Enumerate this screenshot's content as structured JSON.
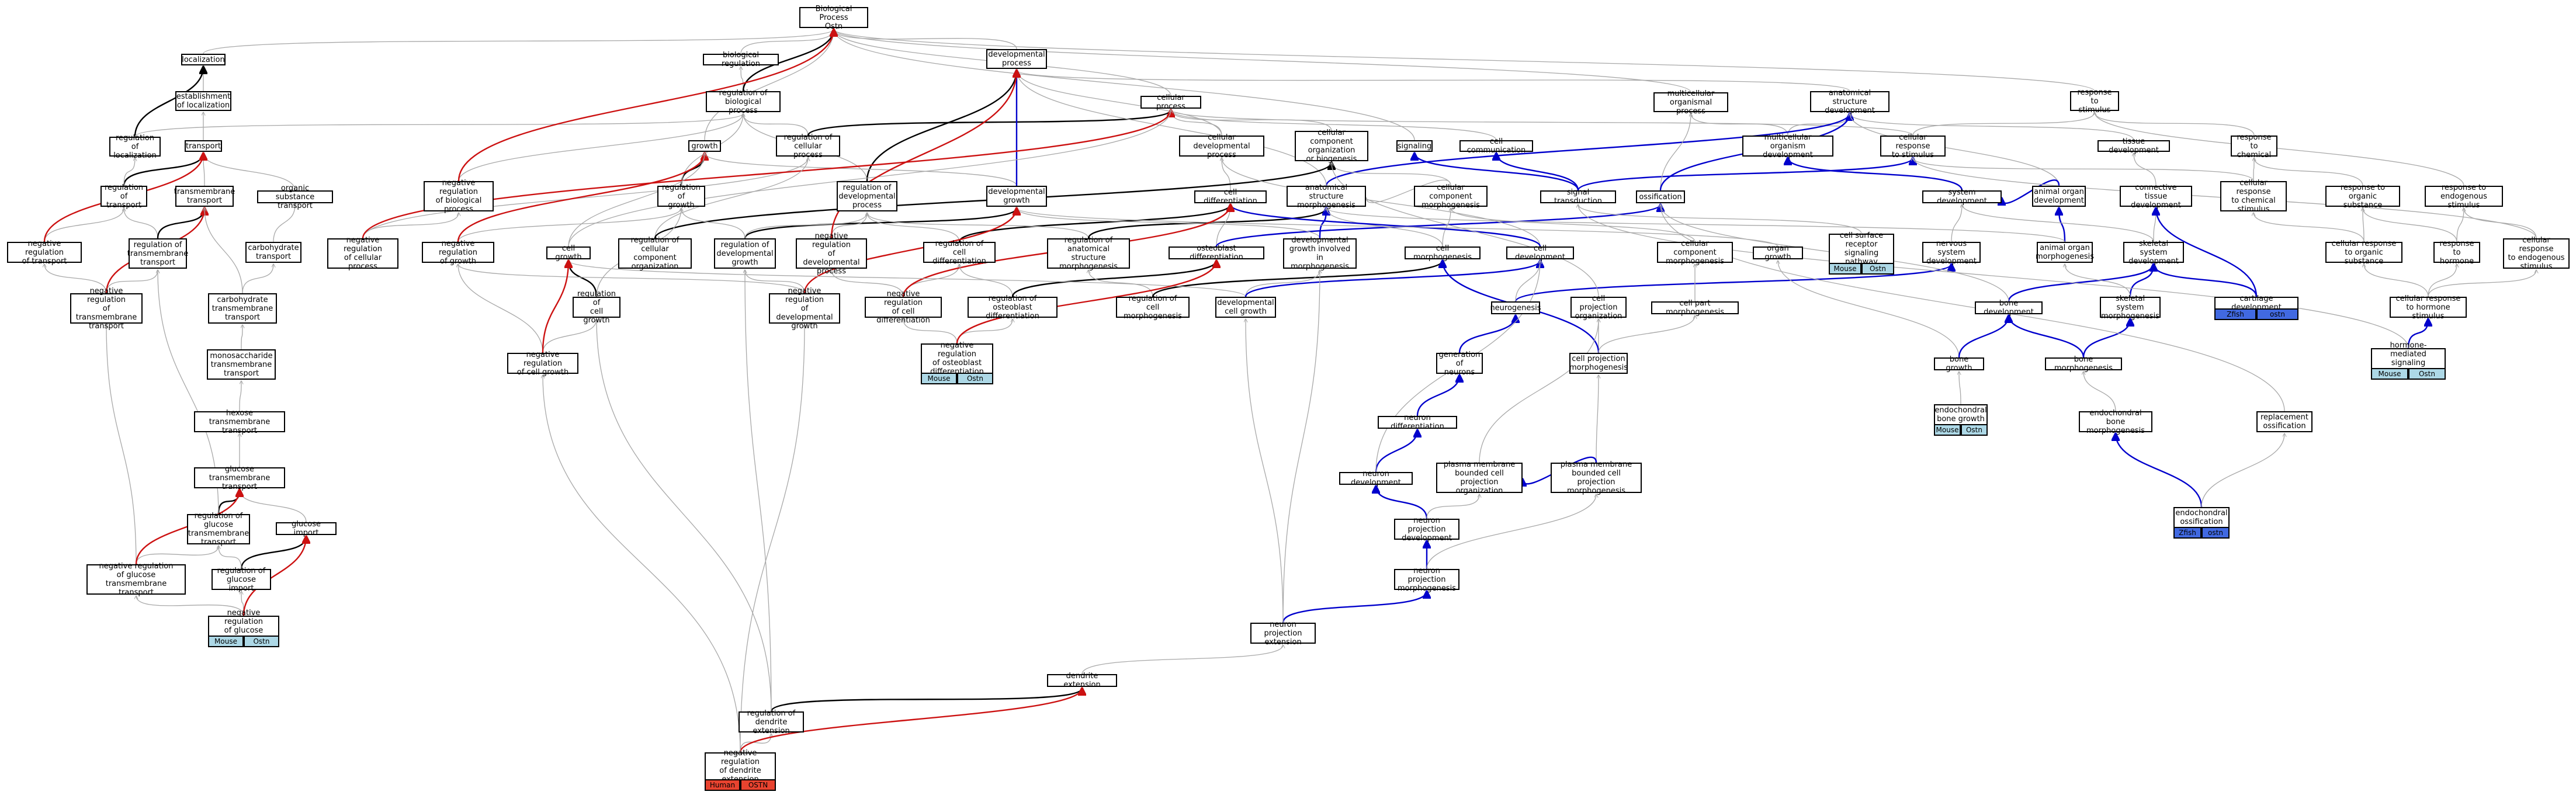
{
  "nodes": {
    "bp": "Biological Process\nOstn",
    "loc": "localization",
    "breg": "biological regulation",
    "dev": "developmental\nprocess",
    "mcop": "multicellular\norganismal process",
    "asd": "anatomical structure\ndevelopment",
    "rts": "response to\nstimulus",
    "estloc": "establishment\nof localization",
    "regbp": "regulation of\nbiological process",
    "cp": "cellular process",
    "regloc": "regulation of\nlocalization",
    "trans": "transport",
    "growth": "growth",
    "regcp": "regulation of\ncellular process",
    "cdp": "cellular developmental\nprocess",
    "ccob": "cellular component\norganization\nor biogenesis",
    "signaling": "signaling",
    "ccomm": "cell communication",
    "mod": "multicellular\norganism development",
    "crs": "cellular response\nto stimulus",
    "tissdev": "tissue development",
    "rtc": "response to\nchemical",
    "regtrans": "regulation of\ntransport",
    "tmt": "transmembrane\ntransport",
    "ost": "organic substance\ntransport",
    "nrbp": "negative regulation\nof biological\nprocess",
    "reggrowth": "regulation of\ngrowth",
    "regdp": "regulation of\ndevelopmental\nprocess",
    "devgrowth": "developmental\ngrowth",
    "celldiff": "cell differentiation",
    "asm": "anatomical structure\nmorphogenesis",
    "ccm": "cellular component\nmorphogenesis",
    "sigtrans": "signal transduction",
    "ossif": "ossification",
    "sysdev": "system development",
    "aod": "animal organ\ndevelopment",
    "ctd": "connective tissue\ndevelopment",
    "crtc": "cellular response\nto chemical\nstimulus",
    "rtos": "response to\norganic substance",
    "rtes": "response to\nendogenous stimulus",
    "nrtrans": "negative regulation\nof transport",
    "regtmt": "regulation of\ntransmembrane\ntransport",
    "carbtrans": "carbohydrate\ntransport",
    "nrcp": "negative regulation\nof cellular\nprocess",
    "nrgrowth": "negative regulation\nof growth",
    "cellgrowth": "cell growth",
    "regcco": "regulation of\ncellular component\norganization",
    "regdg": "regulation of\ndevelopmental\ngrowth",
    "nrdp": "negative regulation\nof developmental\nprocess",
    "regcd": "regulation of\ncell differentiation",
    "regasm": "regulation of\nanatomical structure\nmorphogenesis",
    "obdiff": "osteoblast differentiation",
    "dgim": "developmental\ngrowth involved\nin morphogenesis",
    "cellmorph": "cell morphogenesis",
    "celldev": "cell development",
    "ccmorph": "cellular component\nmorphogenesis",
    "organgrowth": "organ growth",
    "csrsp": "cell surface\nreceptor signaling\npathway",
    "nsd": "nervous system\ndevelopment",
    "aom": "animal organ\nmorphogenesis",
    "ssd": "skeletal system\ndevelopment",
    "crtos": "cellular response\nto organic substance",
    "rthorm": "response to\nhormone",
    "crtes": "cellular response\nto endogenous\nstimulus",
    "nrtmt": "negative regulation\nof transmembrane\ntransport",
    "carbtmt": "carbohydrate\ntransmembrane\ntransport",
    "regcg": "regulation of\ncell growth",
    "nrdg": "negative regulation\nof developmental\ngrowth",
    "nrcd": "negative regulation\nof cell differentiation",
    "regobd": "regulation of\nosteoblast differentiation",
    "regcm": "regulation of\ncell morphogenesis",
    "dcg": "developmental\ncell growth",
    "neurogen": "neurogenesis",
    "cpo": "cell projection\norganization",
    "cpm": "cell part morphogenesis",
    "bonedev": "bone development",
    "ssm": "skeletal system\nmorphogenesis",
    "cartdev": "cartilage development",
    "crths": "cellular response\nto hormone stimulus",
    "monotmt": "monosaccharide\ntransmembrane\ntransport",
    "nrcg": "negative regulation\nof cell growth",
    "nrobd": "negative regulation\nof osteoblast\ndifferentiation",
    "genneur": "generation of\nneurons",
    "cprojm": "cell projection\nmorphogenesis",
    "bonegrowth": "bone growth",
    "bonemorph": "bone morphogenesis",
    "hmsp": "hormone-mediated\nsignaling pathway",
    "hextmt": "hexose transmembrane\ntransport",
    "ebg": "endochondral\nbone growth",
    "neurdiff": "neuron differentiation",
    "ebm": "endochondral\nbone morphogenesis",
    "replo": "replacement\nossification",
    "glctmt": "glucose transmembrane\ntransport",
    "neurondev": "neuron development",
    "pmbcpo": "plasma membrane\nbounded cell\nprojection organization",
    "pmbcpm": "plasma membrane\nbounded cell\nprojection morphogenesis",
    "eo": "endochondral\nossification",
    "regglctmt": "regulation of\nglucose transmembrane\ntransport",
    "glcimp": "glucose import",
    "npd": "neuron projection\ndevelopment",
    "nrglctmt": "negative regulation\nof glucose transmembrane\ntransport",
    "regglcimp": "regulation of\nglucose import",
    "npm": "neuron projection\nmorphogenesis",
    "nrglcimp": "negative regulation\nof glucose import",
    "npe": "neuron projection\nextension",
    "dendext": "dendrite extension",
    "regdendext": "regulation of\ndendrite extension",
    "nrdendext": "negative regulation\nof dendrite\nextension"
  },
  "annotations": {
    "nrglcimp": [
      "Mouse",
      "Ostn"
    ],
    "nrobd": [
      "Mouse",
      "Ostn"
    ],
    "csrsp": [
      "Mouse",
      "Ostn"
    ],
    "ebg": [
      "Mouse",
      "Ostn"
    ],
    "cartdev": [
      "Zfish",
      "ostn"
    ],
    "hmsp": [
      "Mouse",
      "Ostn"
    ],
    "eo": [
      "Zfish",
      "ostn"
    ],
    "nrdendext": [
      "Human",
      "OSTN"
    ]
  },
  "colors": {
    "is_a": "#a8a8a8",
    "positive_regulates": "#000000",
    "negative_regulates": "#cc1111",
    "part_of": "#0000cc",
    "mouse": "#add8e6",
    "zfish": "#4169e1",
    "human": "#e8432f"
  }
}
